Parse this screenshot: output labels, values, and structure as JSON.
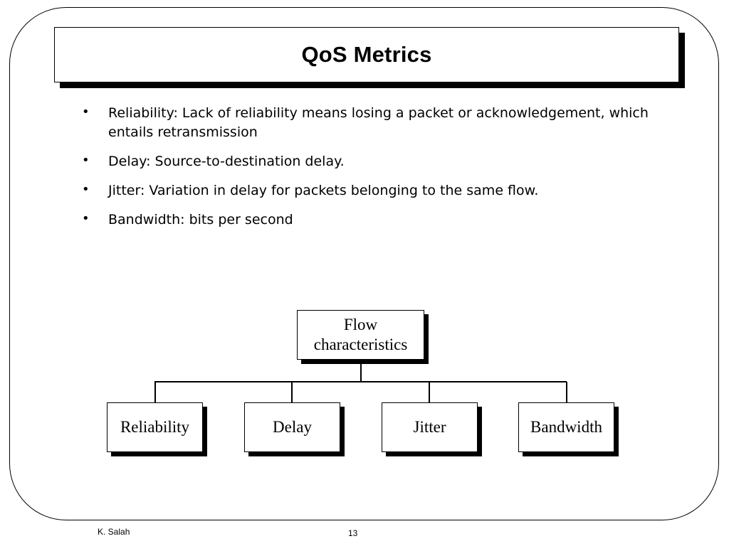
{
  "title": "QoS Metrics",
  "bullets": [
    {
      "glyph": "•",
      "text": "Reliability: Lack of reliability means losing a packet or acknowledgement, which entails retransmission"
    },
    {
      "glyph": "•",
      "text": "Delay: Source-to-destination delay."
    },
    {
      "glyph": "•",
      "text": "Jitter: Variation in delay for packets belonging to the same flow."
    },
    {
      "glyph": "•",
      "text": "Bandwidth: bits per second"
    }
  ],
  "diagram": {
    "root": "Flow\ncharacteristics",
    "children": [
      "Reliability",
      "Delay",
      "Jitter",
      "Bandwidth"
    ]
  },
  "footer": {
    "author": "K. Salah",
    "page": "13"
  }
}
